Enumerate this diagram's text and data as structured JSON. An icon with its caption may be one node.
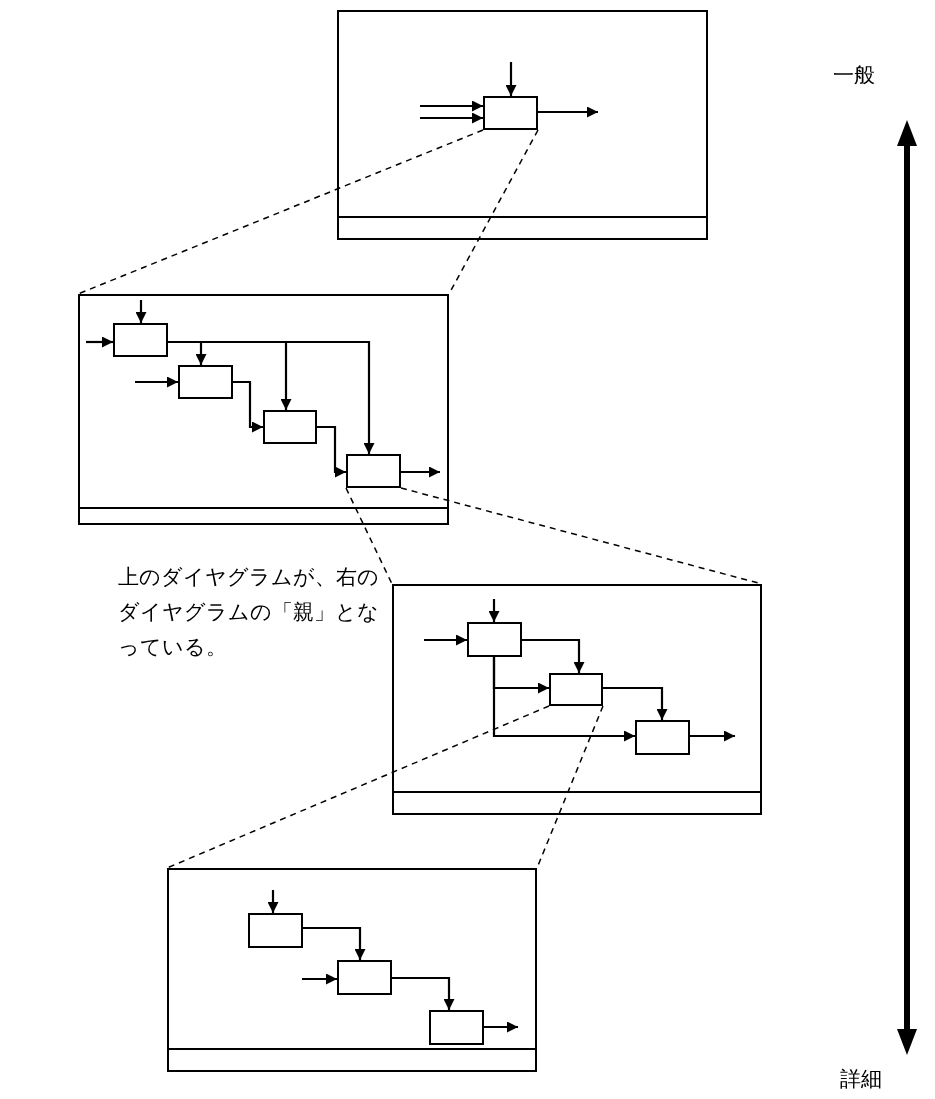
{
  "diagram": {
    "nodes": [
      {
        "text": [],
        "shape": "box"
      },
      {
        "text": [],
        "shape": "box",
        "in": 0
      },
      {
        "text": [],
        "shape": "box"
      },
      {
        "text": [],
        "shape": "box",
        "in": 2
      },
      {
        "text": [],
        "shape": "box",
        "in": 2
      },
      {
        "text": [],
        "shape": "box",
        "in": 2
      },
      {
        "text": [],
        "shape": "box",
        "in": 2
      },
      {
        "text": [],
        "shape": "box"
      },
      {
        "text": [],
        "shape": "box",
        "in": 7
      },
      {
        "text": [],
        "shape": "box",
        "in": 7
      },
      {
        "text": [],
        "shape": "box",
        "in": 7
      },
      {
        "text": [],
        "shape": "box"
      },
      {
        "text": [],
        "shape": "box",
        "in": 11
      },
      {
        "text": [],
        "shape": "box",
        "in": 11
      },
      {
        "text": [],
        "shape": "box",
        "in": 11
      }
    ],
    "edges": [
      {
        "from": null,
        "to": 1,
        "arrow": "to"
      },
      {
        "from": null,
        "to": 1,
        "arrow": "to"
      },
      {
        "from": null,
        "to": 1,
        "arrow": "to"
      },
      {
        "from": 1,
        "to": null,
        "arrow": "to"
      },
      {
        "from": 1,
        "to": 2,
        "arrow": "none",
        "style": "dashed"
      },
      {
        "from": 1,
        "to": 2,
        "arrow": "none",
        "style": "dashed"
      },
      {
        "from": null,
        "to": 3,
        "arrow": "to"
      },
      {
        "from": null,
        "to": 3,
        "arrow": "to"
      },
      {
        "from": null,
        "to": 4,
        "arrow": "to"
      },
      {
        "from": 3,
        "to": 4,
        "arrow": "to"
      },
      {
        "from": 3,
        "to": 5,
        "arrow": "to"
      },
      {
        "from": 3,
        "to": 6,
        "arrow": "to"
      },
      {
        "from": 4,
        "to": 5,
        "arrow": "to"
      },
      {
        "from": 5,
        "to": 6,
        "arrow": "to"
      },
      {
        "from": 6,
        "to": null,
        "arrow": "to"
      },
      {
        "from": 6,
        "to": 7,
        "arrow": "none",
        "style": "dashed"
      },
      {
        "from": 6,
        "to": 7,
        "arrow": "none",
        "style": "dashed"
      },
      {
        "from": null,
        "to": 8,
        "arrow": "to"
      },
      {
        "from": null,
        "to": 8,
        "arrow": "to"
      },
      {
        "from": 8,
        "to": 9,
        "arrow": "to"
      },
      {
        "from": 8,
        "to": 9,
        "arrow": "to"
      },
      {
        "from": 8,
        "to": 10,
        "arrow": "to"
      },
      {
        "from": 9,
        "to": 10,
        "arrow": "to"
      },
      {
        "from": 10,
        "to": null,
        "arrow": "to"
      },
      {
        "from": 9,
        "to": 11,
        "arrow": "none",
        "style": "dashed"
      },
      {
        "from": 9,
        "to": 11,
        "arrow": "none",
        "style": "dashed"
      },
      {
        "from": null,
        "to": 12,
        "arrow": "to"
      },
      {
        "from": 12,
        "to": 13,
        "arrow": "to"
      },
      {
        "from": null,
        "to": 13,
        "arrow": "to"
      },
      {
        "from": 13,
        "to": 14,
        "arrow": "to"
      },
      {
        "from": 14,
        "to": null,
        "arrow": "to"
      }
    ],
    "labels": [
      "一般",
      "上のダイヤグラムが、右のダイヤグラムの「親」となっている。",
      "詳細"
    ]
  }
}
